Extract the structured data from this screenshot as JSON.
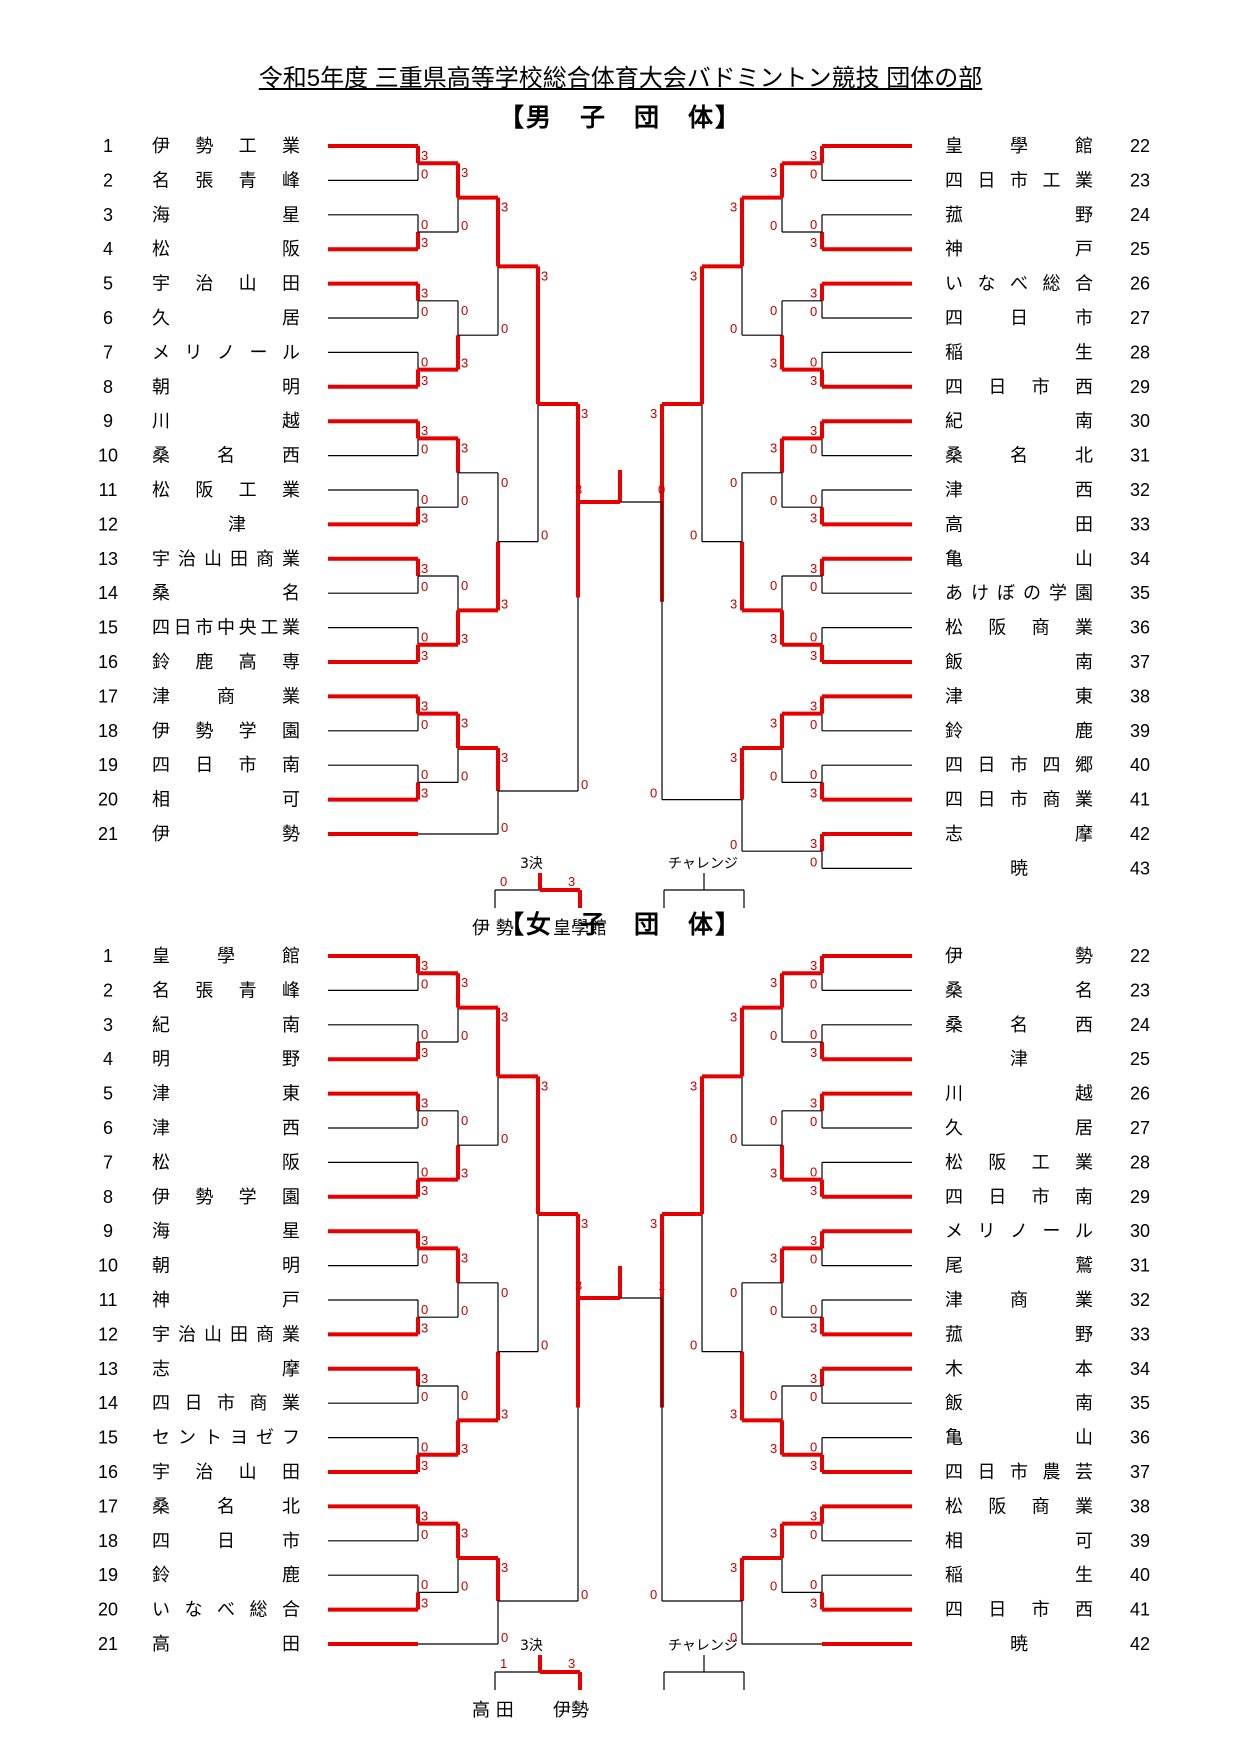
{
  "title": "令和5年度 三重県高等学校総合体育大会バドミントン競技 団体の部",
  "colors": {
    "win": "#e60000",
    "lose": "#000000",
    "score": "#c00000"
  },
  "sections": [
    {
      "heading": "【男　子　団　体】",
      "left": [
        "伊勢工業",
        "名張青峰",
        "海星",
        "松阪",
        "宇治山田",
        "久居",
        "メリノール",
        "朝明",
        "川越",
        "桑名西",
        "松阪工業",
        "津",
        "宇治山田商業",
        "桑名",
        "四日市中央工業",
        "鈴鹿高専",
        "津商業",
        "伊勢学園",
        "四日市南",
        "相可",
        "伊勢"
      ],
      "right": [
        "皇學館",
        "四日市工業",
        "菰野",
        "神戸",
        "いなべ総合",
        "四日市",
        "稲生",
        "四日市西",
        "紀南",
        "桑名北",
        "津西",
        "高田",
        "亀山",
        "あけぼの学園",
        "松阪商業",
        "飯南",
        "津東",
        "鈴鹿",
        "四日市四郷",
        "四日市商業",
        "志摩",
        "暁"
      ],
      "third_place": {
        "label": "3決",
        "scores": [
          "0",
          "3"
        ],
        "teams": [
          "伊勢",
          "皇學館"
        ]
      },
      "challenge": {
        "label": "チャレンジ"
      },
      "final_scores": [
        "3",
        "0"
      ]
    },
    {
      "heading": "【女　子　団　体】",
      "left": [
        "皇學館",
        "名張青峰",
        "紀南",
        "明野",
        "津東",
        "津西",
        "松阪",
        "伊勢学園",
        "海星",
        "朝明",
        "神戸",
        "宇治山田商業",
        "志摩",
        "四日市商業",
        "セントヨゼフ",
        "宇治山田",
        "桑名北",
        "四日市",
        "鈴鹿",
        "いなべ総合",
        "高田"
      ],
      "right": [
        "伊勢",
        "桑名",
        "桑名西",
        "津",
        "川越",
        "久居",
        "松阪工業",
        "四日市南",
        "メリノール",
        "尾鷲",
        "津商業",
        "菰野",
        "木本",
        "飯南",
        "亀山",
        "四日市農芸",
        "松阪商業",
        "相可",
        "稲生",
        "四日市西",
        "暁"
      ],
      "third_place": {
        "label": "3決",
        "scores": [
          "1",
          "3"
        ],
        "teams": [
          "高田",
          "伊勢"
        ]
      },
      "challenge": {
        "label": "チャレンジ"
      },
      "final_scores": [
        "3",
        "1"
      ]
    }
  ]
}
